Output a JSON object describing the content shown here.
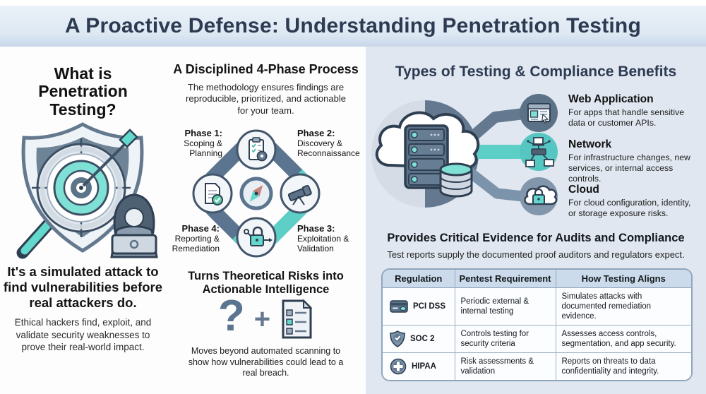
{
  "banner": {
    "title": "A Proactive Defense: Understanding Penetration Testing"
  },
  "left_panel": {
    "heading": "What is Penetration Testing?",
    "statement": "It's a simulated attack to find vulnerabilities before real attackers do.",
    "description": "Ethical hackers find, exploit, and validate security weaknesses to prove their real-world impact."
  },
  "process_panel": {
    "heading": "A Disciplined 4-Phase Process",
    "subheading": "The methodology ensures findings are reproducible, prioritized, and actionable for your team.",
    "phases": [
      {
        "label": "Phase 1:",
        "name": "Scoping & Planning"
      },
      {
        "label": "Phase 2:",
        "name": "Discovery & Reconnaissance"
      },
      {
        "label": "Phase 3:",
        "name": "Exploitation & Validation"
      },
      {
        "label": "Phase 4:",
        "name": "Reporting & Remediation"
      }
    ],
    "outcome_heading": "Turns Theoretical Risks into Actionable Intelligence",
    "question_glyph": "?",
    "plus_glyph": "+",
    "outcome_text": "Moves beyond automated scanning to show how vulnerabilities could lead to a real breach."
  },
  "right_panel": {
    "heading": "Types of Testing & Compliance Benefits",
    "types": [
      {
        "title": "Web Application",
        "description": "For apps that handle sensitive data or customer APIs."
      },
      {
        "title": "Network",
        "description": "For infrastructure changes, new services, or internal access controls."
      },
      {
        "title": "Cloud",
        "description": "For cloud configuration, identity, or storage exposure risks."
      }
    ],
    "compliance": {
      "heading": "Provides Critical Evidence for Audits and Compliance",
      "subheading": "Test reports supply the documented proof auditors and regulators expect.",
      "table": {
        "headers": [
          "Regulation",
          "Pentest Requirement",
          "How Testing Aligns"
        ],
        "rows": [
          {
            "regulation": "PCI DSS",
            "icon": "credit-card-icon",
            "requirement": "Periodic external & internal testing",
            "alignment": "Simulates attacks with documented remediation evidence."
          },
          {
            "regulation": "SOC 2",
            "icon": "shield-check-icon",
            "requirement": "Controls testing for security criteria",
            "alignment": "Assesses access controls, segmentation, and app security."
          },
          {
            "regulation": "HIPAA",
            "icon": "medical-cross-icon",
            "requirement": "Risk assessments & validation",
            "alignment": "Reports on threats to data confidentiality and integrity."
          }
        ]
      }
    }
  },
  "colors": {
    "navy": "#2c3a52",
    "slate": "#5b7590",
    "teal": "#5ecfc6",
    "panel_blue": "#e0e7f0"
  }
}
